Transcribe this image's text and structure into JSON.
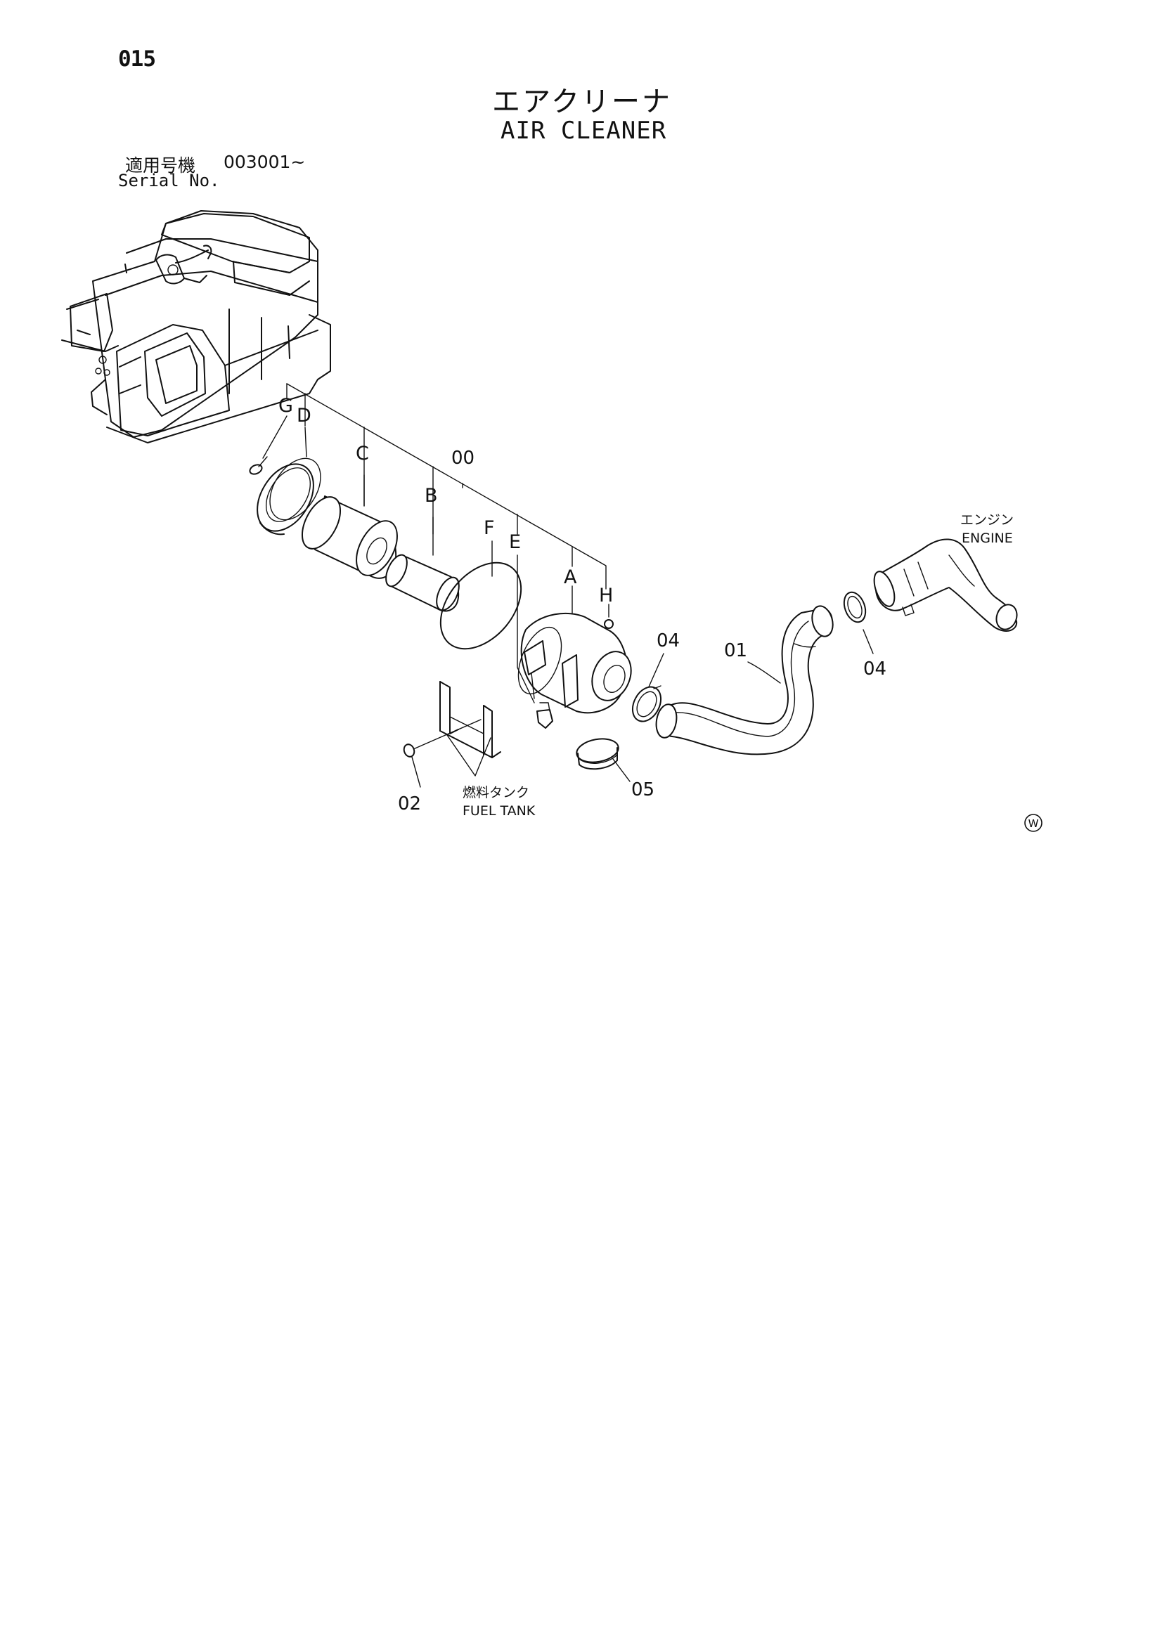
{
  "header": {
    "page_number": "015",
    "title_jp": "エアクリーナ",
    "title_en": "AIR CLEANER",
    "serial_label_jp": "適用号機",
    "serial_value": "003001~",
    "serial_label_en": "Serial No."
  },
  "callouts": {
    "assembly": "00",
    "hose": "01",
    "bolt": "02",
    "clamp_outlet": "04",
    "clamp_engine": "04",
    "band": "05",
    "housing": "A",
    "inner_element": "B",
    "outer_element": "C",
    "cover": "D",
    "valve": "E",
    "gasket": "F",
    "pin": "G",
    "plug": "H"
  },
  "external_labels": {
    "engine_jp": "エンジン",
    "engine_en": "ENGINE",
    "fuel_tank_jp": "燃料タンク",
    "fuel_tank_en": "FUEL TANK"
  },
  "mark": "W"
}
